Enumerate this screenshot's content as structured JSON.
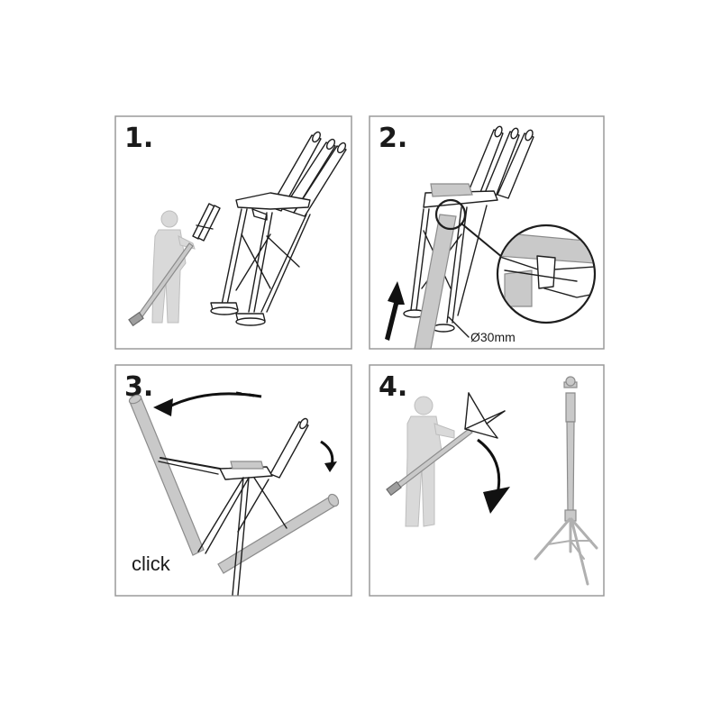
{
  "panels": [
    {
      "step": "1."
    },
    {
      "step": "2.",
      "dimension_label": "Ø30mm"
    },
    {
      "step": "3.",
      "action_label": "click"
    },
    {
      "step": "4."
    }
  ],
  "colors": {
    "border": "#9a9a9a",
    "line": "#1e1e1e",
    "pole_grey": "#c9c9c9",
    "figure_grey": "#d9d9d9",
    "arrow": "#111111"
  }
}
